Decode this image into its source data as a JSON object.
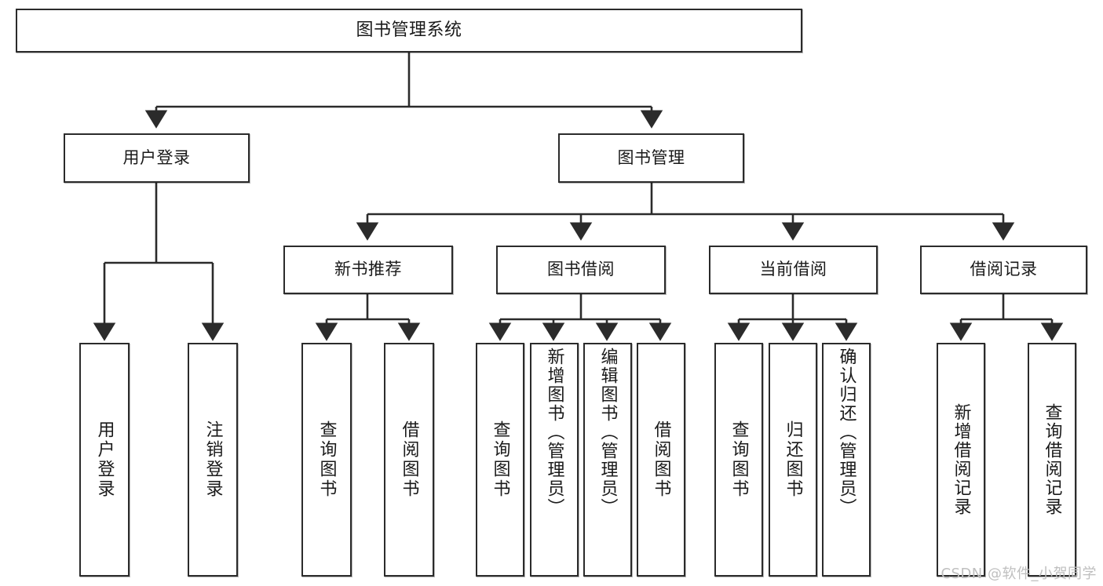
{
  "diagram": {
    "title": "图书管理系统",
    "type": "tree",
    "watermark": "CSDN @软件_小贺同学",
    "colors": {
      "box_stroke": "#2b2b2b",
      "box_fill": "#ffffff",
      "edge": "#2b2b2b",
      "text": "#1a1a1a",
      "watermark": "#bfbfbf",
      "background": "#ffffff"
    },
    "nodes": {
      "root": {
        "label": "图书管理系统"
      },
      "level2": [
        {
          "id": "user-login",
          "label": "用户登录"
        },
        {
          "id": "book-manage",
          "label": "图书管理"
        }
      ],
      "level3": [
        {
          "id": "new-book-recommend",
          "label": "新书推荐"
        },
        {
          "id": "book-borrow",
          "label": "图书借阅"
        },
        {
          "id": "current-borrow",
          "label": "当前借阅"
        },
        {
          "id": "borrow-record",
          "label": "借阅记录"
        }
      ],
      "leaves": [
        {
          "id": "leaf-user-login",
          "label": "用户登录",
          "parent": "user-login"
        },
        {
          "id": "leaf-logout-login",
          "label": "注销登录",
          "parent": "user-login"
        },
        {
          "id": "leaf-query-book-1",
          "label": "查询图书",
          "parent": "new-book-recommend"
        },
        {
          "id": "leaf-borrow-book-1",
          "label": "借阅图书",
          "parent": "new-book-recommend"
        },
        {
          "id": "leaf-query-book-2",
          "label": "查询图书",
          "parent": "book-borrow"
        },
        {
          "id": "leaf-add-book",
          "label": "新增图书（管理员）",
          "parent": "book-borrow"
        },
        {
          "id": "leaf-edit-book",
          "label": "编辑图书（管理员）",
          "parent": "book-borrow"
        },
        {
          "id": "leaf-borrow-book-2",
          "label": "借阅图书",
          "parent": "book-borrow"
        },
        {
          "id": "leaf-query-book-3",
          "label": "查询图书",
          "parent": "current-borrow"
        },
        {
          "id": "leaf-return-book",
          "label": "归还图书",
          "parent": "current-borrow"
        },
        {
          "id": "leaf-confirm-return",
          "label": "确认归还（管理员）",
          "parent": "current-borrow"
        },
        {
          "id": "leaf-add-record",
          "label": "新增借阅记录",
          "parent": "borrow-record"
        },
        {
          "id": "leaf-query-record",
          "label": "查询借阅记录",
          "parent": "borrow-record"
        }
      ]
    }
  }
}
